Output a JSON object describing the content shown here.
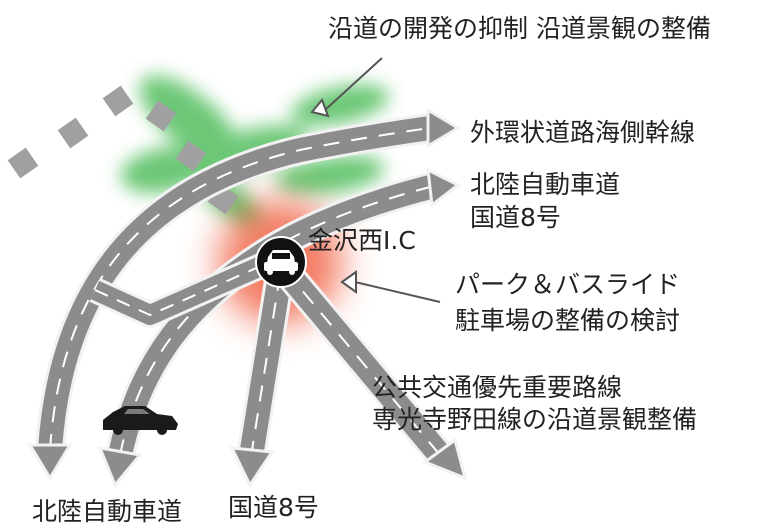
{
  "labels": {
    "top": "沿道の開発の抑制 沿道景観の整備",
    "outer_ring": "外環状道路海側幹線",
    "hokuriku_ne_1": "北陸自動車道",
    "hokuriku_ne_2": "国道8号",
    "ic": "金沢西I.C",
    "park_ride_1": "パーク＆バスライド",
    "park_ride_2": "駐車場の整備の検討",
    "route_1": "公共交通優先重要路線",
    "route_2": "専光寺野田線の沿道景観整備",
    "bottom_left": "北陸自動車道",
    "bottom_mid": "国道8号"
  },
  "colors": {
    "road": "#8c8c8c",
    "road_edge": "#f2f2f2",
    "lane_marking": "#ffffff",
    "green_zone": "#3bb54a",
    "ic_glow": "#f05a3a",
    "ic_badge": "#111111",
    "dashed_line": "#a0a0a0"
  },
  "icons": [
    "car-icon",
    "ic-car-badge-icon",
    "pointer-arrow-icon"
  ]
}
